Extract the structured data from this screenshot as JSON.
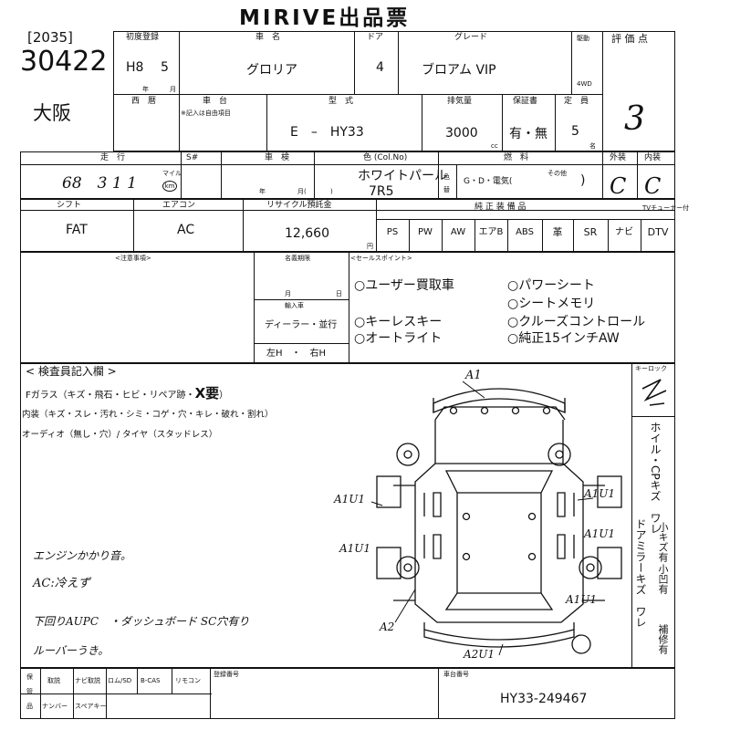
{
  "title": "MIRIVE出品票",
  "lot": {
    "bracket": "[2035]",
    "number": "30422",
    "location": "大阪"
  },
  "registration": {
    "label": "初度登録",
    "year": "H8",
    "month": "5",
    "nen": "年",
    "tsuki": "月"
  },
  "car_name": {
    "label": "車　名",
    "value": "グロリア"
  },
  "doors": {
    "label": "ドア",
    "value": "4"
  },
  "grade": {
    "label": "グレード",
    "value": "ブロアム VIP"
  },
  "drive": {
    "label": "駆動",
    "value": "4WD"
  },
  "score": {
    "label": "評 価 点",
    "value": "3"
  },
  "seireki": {
    "label": "西　暦",
    "sub": "※記入は自由項目"
  },
  "shadai": {
    "label": "車　台"
  },
  "model": {
    "label": "型　式",
    "value": "E　–　HY33"
  },
  "displacement": {
    "label": "排気量",
    "value": "3000",
    "unit": "cc"
  },
  "warranty": {
    "label": "保証書",
    "value": "有・無"
  },
  "capacity": {
    "label": "定　員",
    "value": "5",
    "unit": "名"
  },
  "mileage": {
    "label": "走　行",
    "value": "68　3 1 1",
    "unit": "マイル",
    "unit2": "km",
    "sflag": "S#"
  },
  "inspection": {
    "label": "車　検",
    "nen": "年",
    "tsuki": "月(",
    "hi": ")"
  },
  "color": {
    "label": "色 (Col.No)",
    "value": "ホワイトパール",
    "code": "7R5",
    "side1": "色",
    "side2": "替"
  },
  "fuel": {
    "label": "燃　料",
    "value": "G・D・電気(",
    "other": "その他",
    "close": ")"
  },
  "exterior": {
    "label": "外装",
    "value": "C"
  },
  "interior": {
    "label": "内装",
    "value": "C"
  },
  "shift": {
    "label": "シフト",
    "value": "FAT"
  },
  "aircon": {
    "label": "エアコン",
    "value": "AC"
  },
  "recycle": {
    "label": "リサイクル預託金",
    "value": "12,660",
    "unit": "円"
  },
  "equipment": {
    "label": "純 正 装 備 品",
    "items": [
      "PS",
      "PW",
      "AW",
      "エアB",
      "ABS",
      "革",
      "SR",
      "ナビ",
      "DTV"
    ],
    "tuner_label": "TVチューナー付"
  },
  "notes": {
    "label": "<注意事項>"
  },
  "meigi": {
    "label": "名義期限",
    "tsuki": "月",
    "hi": "日"
  },
  "import": {
    "label": "輸入車",
    "dealer": "ディーラー・並行",
    "handle": "左H　・　右H"
  },
  "sales_points": {
    "label": "<セールスポイント>",
    "items": [
      "○ユーザー買取車",
      "○パワーシート",
      "○シートメモリ",
      "○キーレスキー",
      "○クルーズコントロール",
      "○オートライト",
      "○純正15インチAW"
    ]
  },
  "inspector": {
    "label": "< 検査員記入欄 >",
    "glass_line": "Fガラス（キズ・飛石・ヒビ・リペア跡・",
    "glass_mark": "X要",
    "glass_end": "）",
    "interior_line": "内装（キズ・スレ・汚れ・シミ・コゲ・穴・キレ・破れ・割れ）",
    "audio_line": "オーディオ（無し・穴）/ タイヤ（スタッドレス）"
  },
  "handwritten": [
    "エンジンかかり音。",
    "AC:冷えず",
    "下回りAUPC　・ダッシュボード SC穴有り",
    "ルーバーうき。"
  ],
  "damage_marks": {
    "front": "A1",
    "left_front": "A1U1",
    "left_rear": "A1U1",
    "right_front": "A1U1",
    "right_mid": "A1U1",
    "right_rear": "A1U1",
    "rear_left": "A2",
    "rear": "A2U1"
  },
  "right_strip": {
    "label": "キーロック",
    "col1": "ホイル・CPキズ　ワレ",
    "col2": "ドアミラーキズ　ワレ",
    "marks": [
      "小キズ有",
      "小凹有",
      "補修有"
    ]
  },
  "bottom": {
    "row1": [
      "取説",
      "ナビ取説",
      "ロム/SD",
      "B-CAS",
      "リモコン"
    ],
    "row2": [
      "ナンバー",
      "スペアキー"
    ],
    "side": [
      "保",
      "管",
      "品"
    ],
    "reg_label": "登録番号",
    "frame_label": "車台番号",
    "frame_value": "HY33-249467"
  }
}
